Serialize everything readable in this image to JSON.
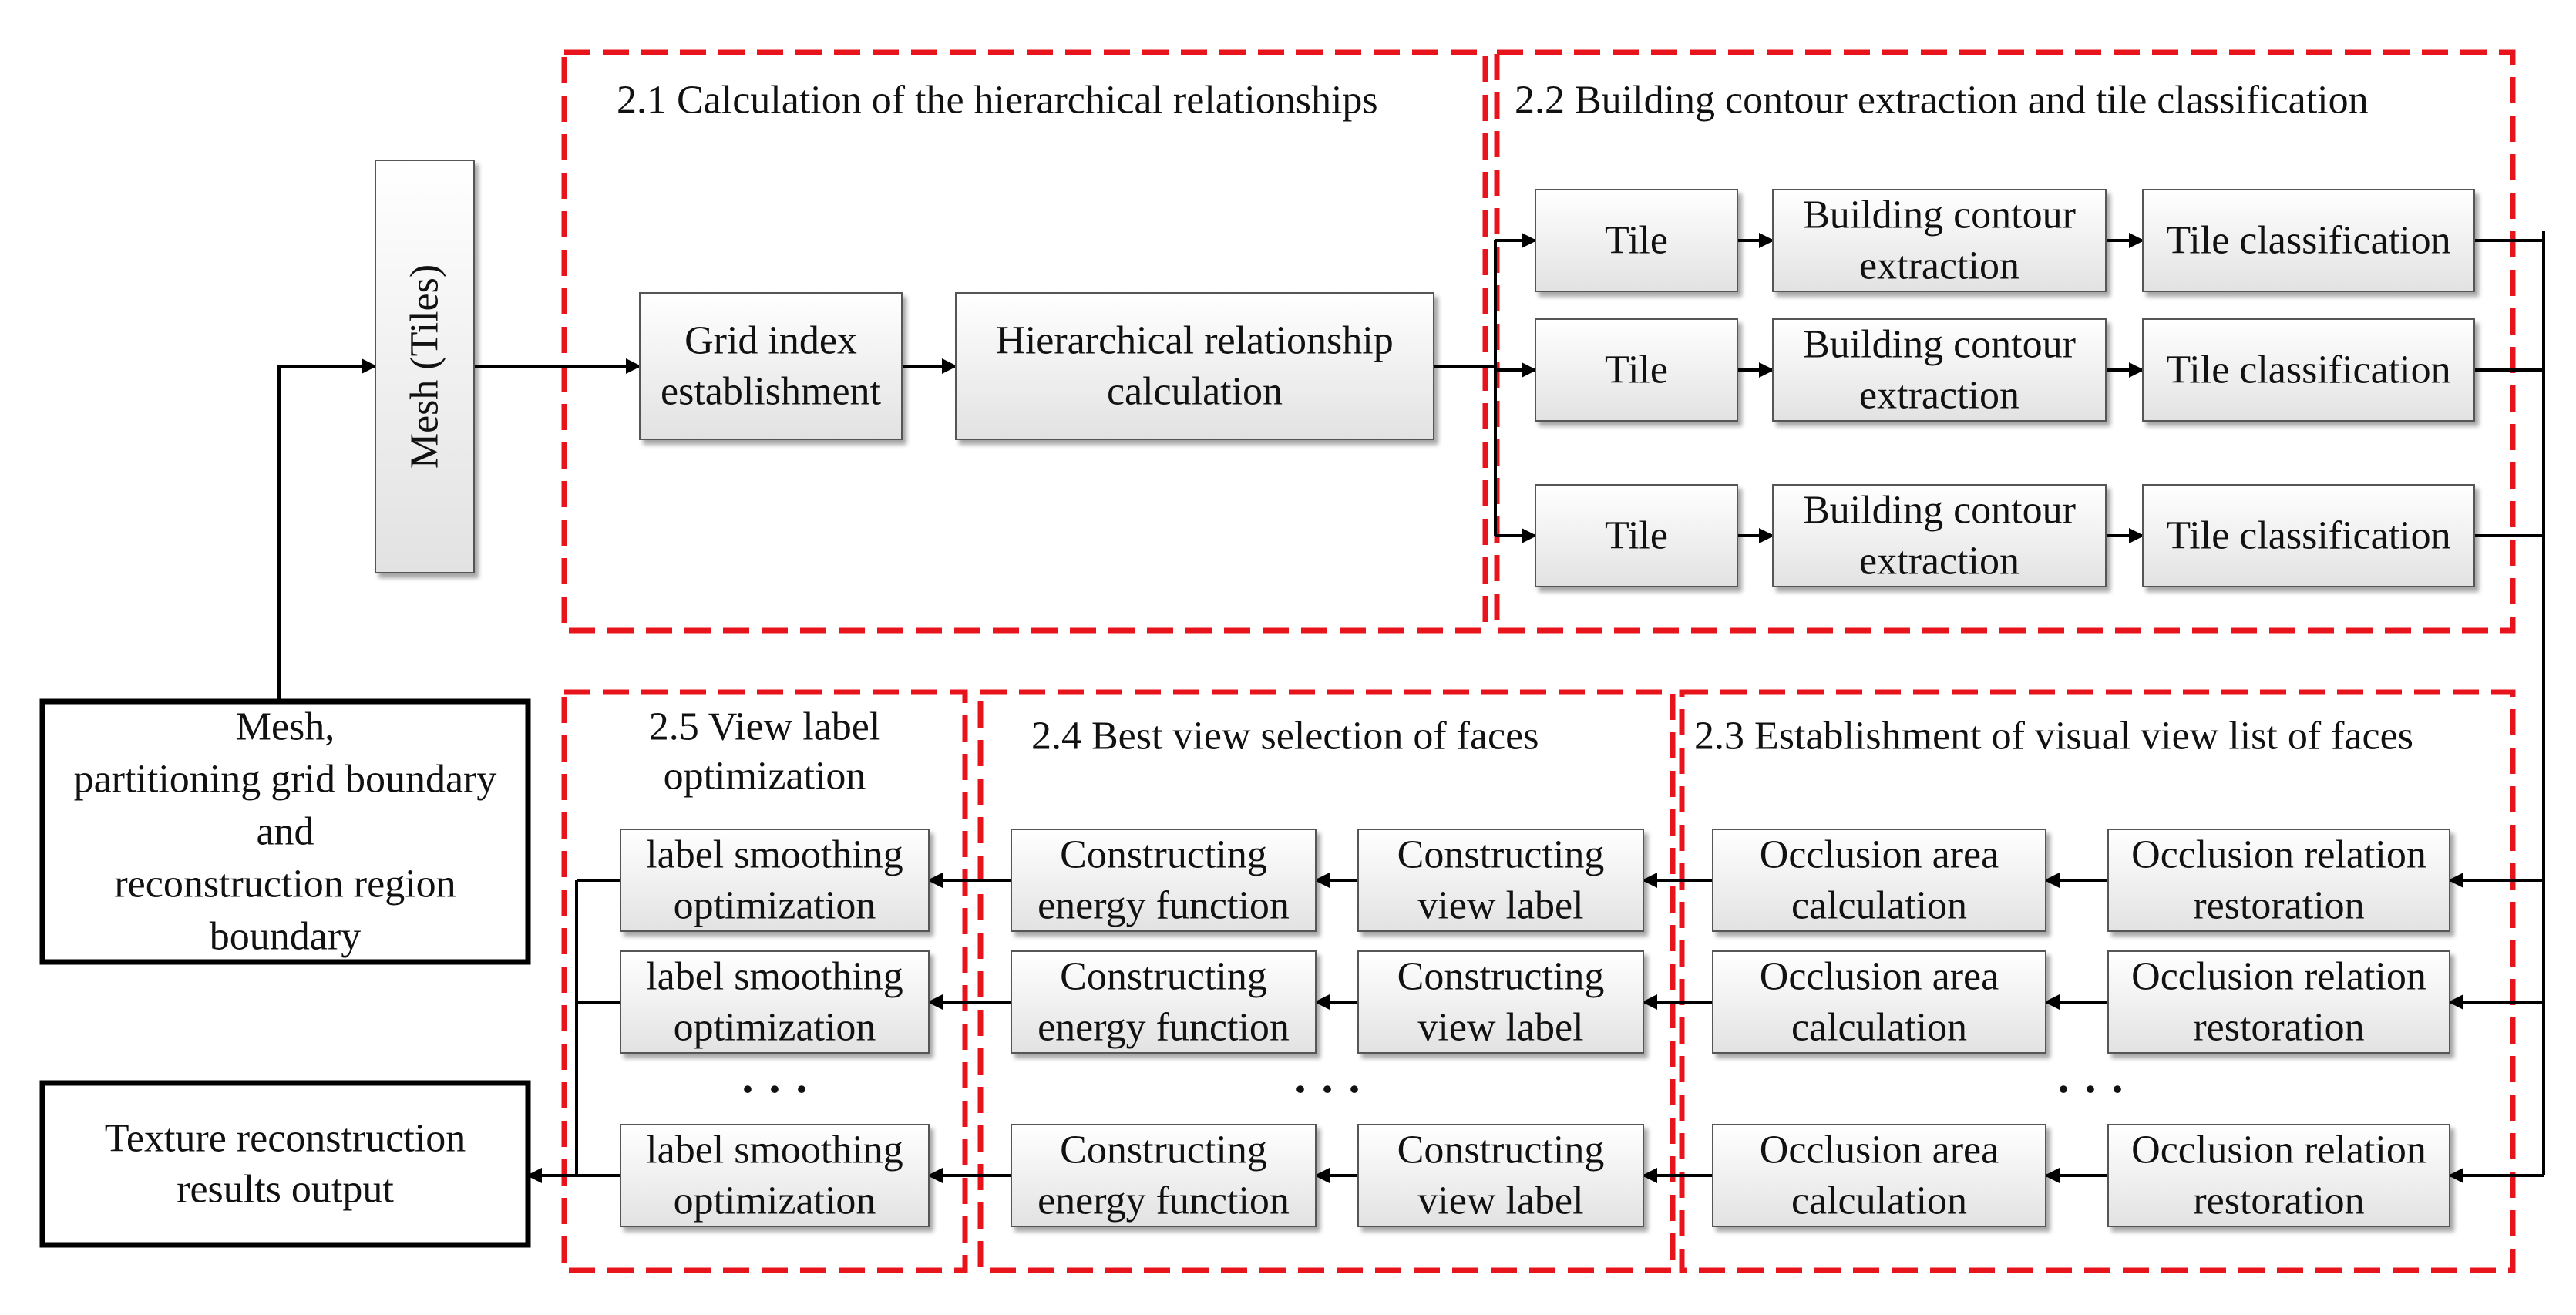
{
  "colors": {
    "dashed_border": "#e8141c",
    "arrow": "#000000",
    "box_top": "#ffffff",
    "box_bottom": "#e2e2e2",
    "box_border": "#555555"
  },
  "sections": {
    "s21": "2.1 Calculation of the hierarchical relationships",
    "s22": "2.2 Building contour extraction and tile classification",
    "s23": "2.3 Establishment of visual view list of faces",
    "s24": "2.4 Best view selection of faces",
    "s25": [
      "2.5 View label",
      "optimization"
    ]
  },
  "boxes": {
    "mesh_input": [
      "Mesh,",
      "partitioning grid boundary",
      "and",
      "reconstruction region",
      "boundary"
    ],
    "mesh_tiles": "Mesh (Tiles)",
    "grid_index": [
      "Grid index",
      "establishment"
    ],
    "hier_calc": [
      "Hierarchical relationship",
      "calculation"
    ],
    "tile": "Tile",
    "contour": [
      "Building contour",
      "extraction"
    ],
    "tile_class": "Tile classification",
    "occ_restore": [
      "Occlusion relation",
      "restoration"
    ],
    "occ_area": [
      "Occlusion area",
      "calculation"
    ],
    "view_label": [
      "Constructing",
      "view label"
    ],
    "energy": [
      "Constructing",
      "energy  function"
    ],
    "smoothing": [
      "label smoothing",
      "optimization"
    ],
    "output": [
      "Texture reconstruction",
      "results output"
    ]
  },
  "ellipsis": "· · ·"
}
